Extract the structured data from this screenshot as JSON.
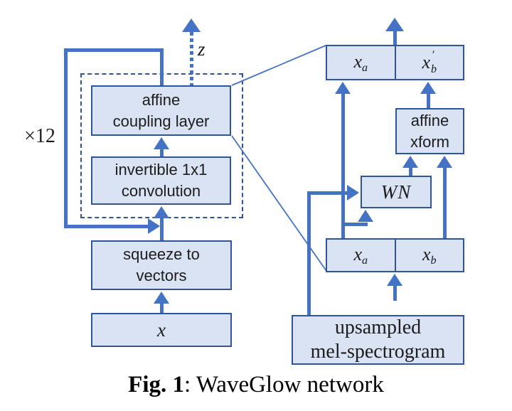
{
  "figure": {
    "caption": {
      "bold": "Fig. 1",
      "rest": ": WaveGlow network"
    },
    "colors": {
      "accent_arrow": "#4472c4",
      "box_border": "#2f5597",
      "box_fill": "#dae3f3",
      "text": "#1c1c1c"
    },
    "left_flow": {
      "repeat_label": "×12",
      "latent_label": "z",
      "affine_coupling": {
        "line1": "affine",
        "line2": "coupling layer"
      },
      "invertible_conv": {
        "line1": "invertible 1x1",
        "line2": "convolution"
      },
      "squeeze": {
        "line1": "squeeze to",
        "line2": "vectors"
      },
      "input": {
        "base": "x"
      }
    },
    "right_detail": {
      "top_split": {
        "left": {
          "base": "x",
          "sub": "a"
        },
        "right": {
          "base": "x",
          "prime": "′",
          "sub": "b"
        }
      },
      "affine_xform": {
        "line1": "affine",
        "line2": "xform"
      },
      "wn": {
        "label": "WN"
      },
      "bottom_split": {
        "left": {
          "base": "x",
          "sub": "a"
        },
        "right": {
          "base": "x",
          "sub": "b"
        }
      },
      "mel": {
        "line1": "upsampled",
        "line2": "mel-spectrogram"
      }
    }
  }
}
